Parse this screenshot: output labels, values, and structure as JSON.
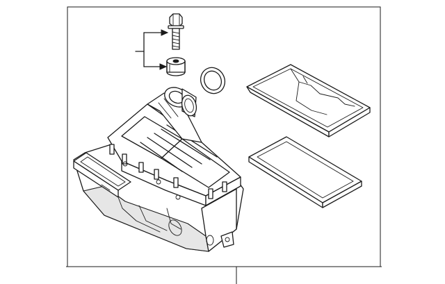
{
  "diagram": {
    "title": "",
    "labels": []
  },
  "parts": [
    {
      "id": "bolt",
      "icon": "bolt-icon"
    },
    {
      "id": "grommet",
      "icon": "grommet-icon"
    },
    {
      "id": "seal-ring",
      "icon": "seal-ring-icon"
    },
    {
      "id": "air-cleaner-cover",
      "icon": "cover-icon"
    },
    {
      "id": "air-filter-element",
      "icon": "filter-icon"
    },
    {
      "id": "air-cleaner-housing",
      "icon": "housing-icon"
    }
  ],
  "colors": {
    "line": "#1a1a1a",
    "background": "#ffffff",
    "shade": "#e6e6e6"
  }
}
